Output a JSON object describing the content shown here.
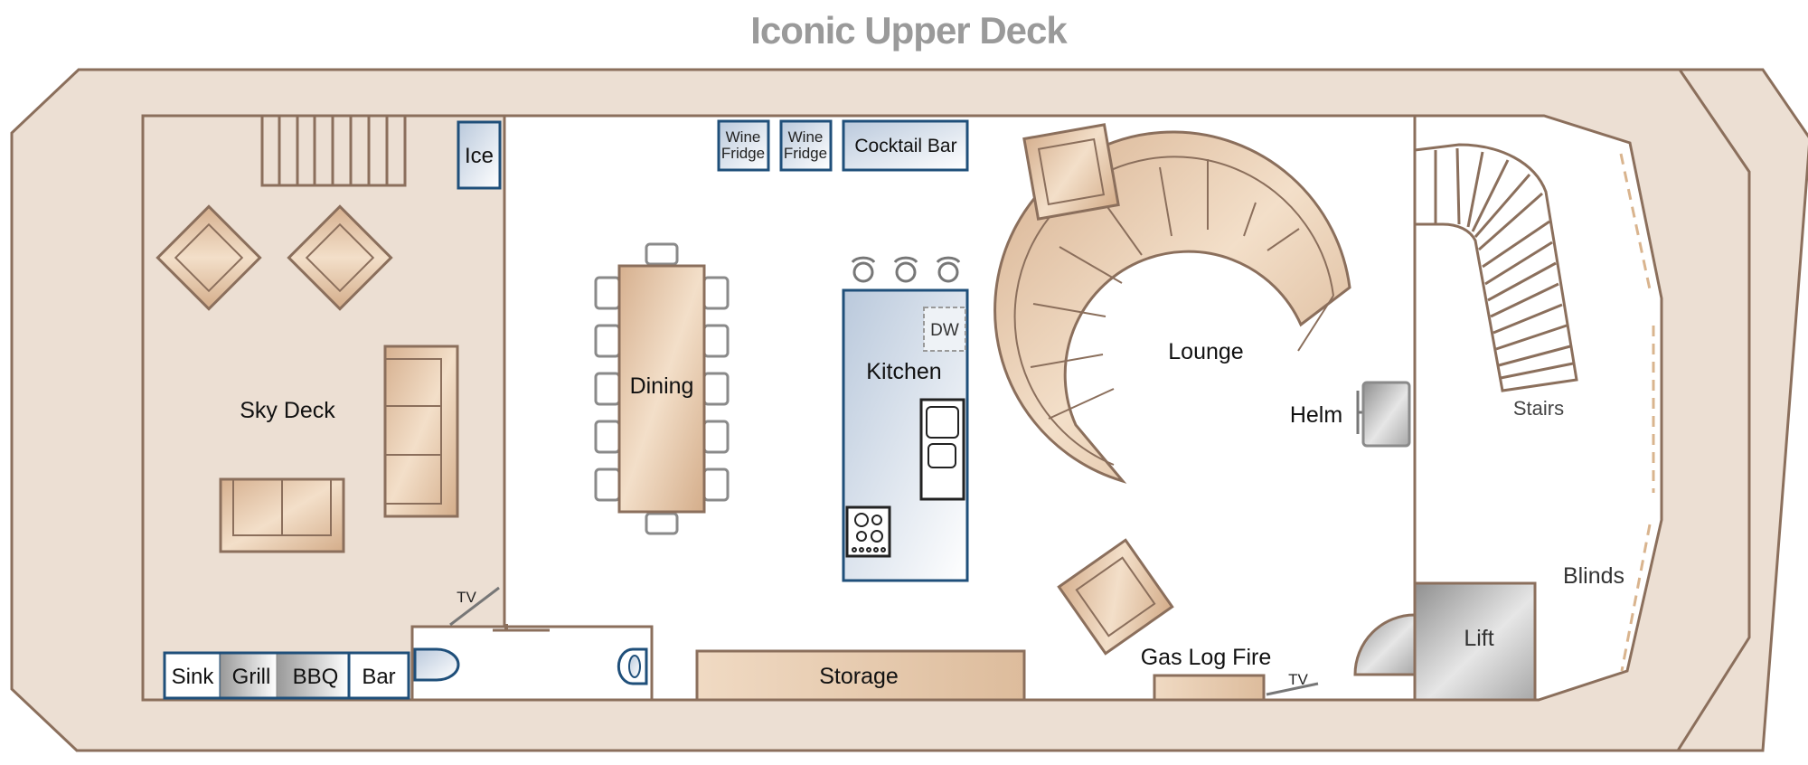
{
  "title": "Iconic Upper Deck",
  "colors": {
    "hull_fill": "#ecdfd3",
    "outline": "#8b6f5c",
    "furniture": "#e4c3a4",
    "fixture_border": "#1f4f7a",
    "fixture_fill": "#dfe7f0",
    "steel": "#b9b9b9",
    "interior": "#ffffff",
    "blinds": "#d9b48e"
  },
  "areas": {
    "sky_deck": "Sky Deck",
    "dining": "Dining",
    "kitchen": "Kitchen",
    "lounge": "Lounge",
    "helm": "Helm",
    "stairs": "Stairs",
    "blinds": "Blinds",
    "lift": "Lift",
    "storage": "Storage",
    "gas_log_fire": "Gas Log Fire"
  },
  "fixtures": {
    "ice": "Ice",
    "wine_fridge": [
      "Wine",
      "Fridge"
    ],
    "cocktail_bar": "Cocktail Bar",
    "dishwasher": "DW",
    "tv": "TV",
    "sink": "Sink",
    "grill": "Grill",
    "bbq": "BBQ",
    "bar": "Bar"
  }
}
